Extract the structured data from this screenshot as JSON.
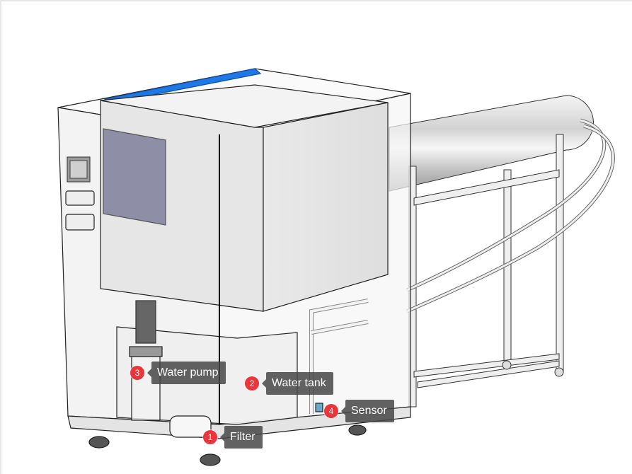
{
  "diagram": {
    "subject": "Water equipment test apparatus (3D model)",
    "colors": {
      "accent_strip": "#1e78e6",
      "badge": "#e8363b",
      "label_bg": "#464646",
      "label_text": "#ffffff",
      "panel": "#8e8ea6"
    },
    "hotspots": [
      {
        "number": "1",
        "label": "Filter"
      },
      {
        "number": "2",
        "label": "Water tank"
      },
      {
        "number": "3",
        "label": "Water pump"
      },
      {
        "number": "4",
        "label": "Sensor"
      }
    ]
  }
}
